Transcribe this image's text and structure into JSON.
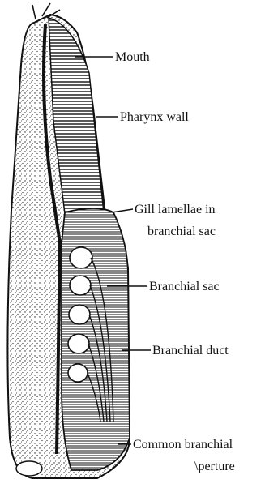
{
  "labels": {
    "mouth": "Mouth",
    "pharynx_wall": "Pharynx wall",
    "gill_lamellae_1": "Gill lamellae in",
    "gill_lamellae_2": "branchial sac",
    "branchial_sac": "Branchial sac",
    "branchial_duct": "Branchial duct",
    "common_branchial_1": "Common branchial",
    "common_branchial_2": "\\perture"
  },
  "colors": {
    "ink": "#111111",
    "paper": "#ffffff",
    "stipple": "#222222"
  }
}
